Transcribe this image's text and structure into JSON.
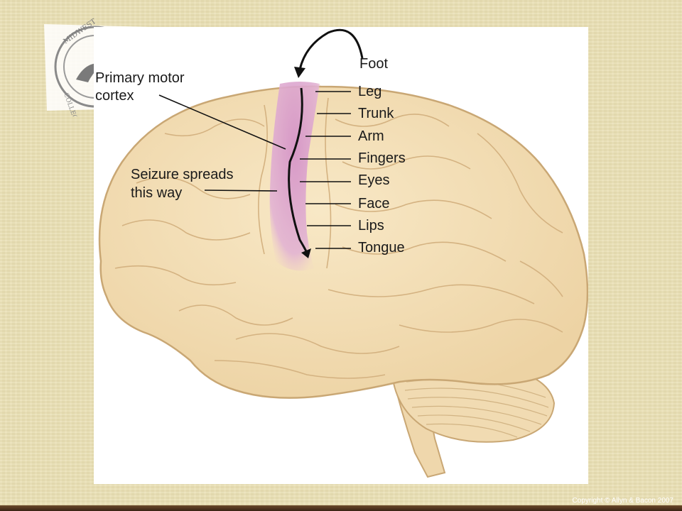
{
  "diagram": {
    "title_primary_line1": "Primary motor",
    "title_primary_line2": "cortex",
    "seizure_line1": "Seizure spreads",
    "seizure_line2": "this way",
    "body_parts": [
      "Foot",
      "Leg",
      "Trunk",
      "Arm",
      "Fingers",
      "Eyes",
      "Face",
      "Lips",
      "Tongue"
    ]
  },
  "footer": {
    "copyright": "Copyright © Allyn & Bacon 2007"
  },
  "seal": {
    "text": "MIDWESTERN STATE • COLLEGE OF"
  },
  "colors": {
    "slide_bg": "#eadfb3",
    "brain_fill": "#f4dfb6",
    "brain_stroke": "#c9a774",
    "motor_cortex": "#d79ac9",
    "arrow": "#111111"
  }
}
